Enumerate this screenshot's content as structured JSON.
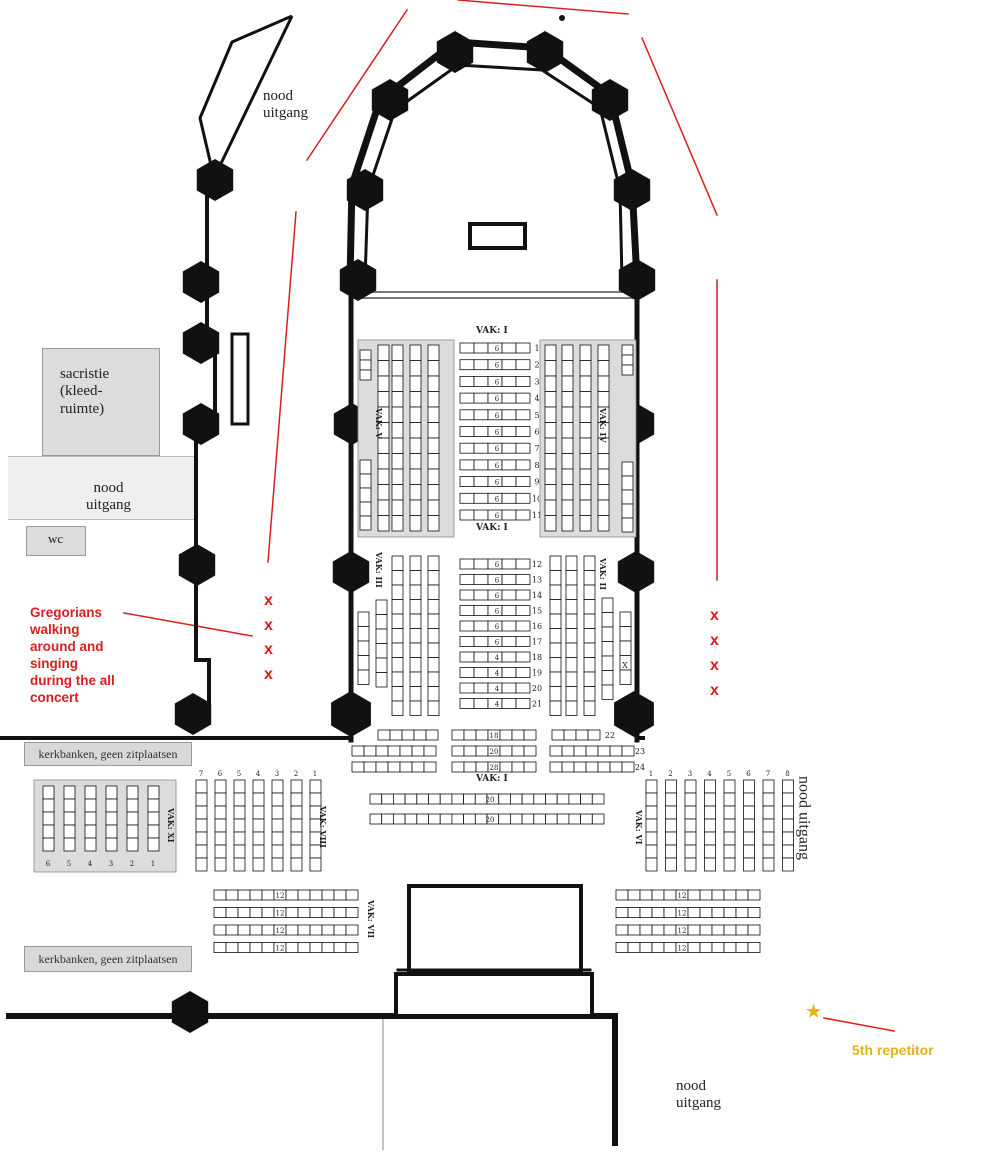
{
  "labels": {
    "nood_uitgang_top": [
      "nood",
      "uitgang"
    ],
    "sacristie": [
      "sacristie",
      "(kleed-",
      "ruimte)"
    ],
    "nood_uitgang_left": [
      "nood",
      "uitgang"
    ],
    "wc": "wc",
    "kerkbanken_top": "kerkbanken, geen zitplaatsen",
    "kerkbanken_bottom": "kerkbanken, geen zitplaatsen",
    "nood_uitgang_right": "nood uitgang",
    "nood_uitgang_bottom": [
      "nood",
      "uitgang"
    ]
  },
  "annotations": {
    "gregorians": [
      "Gregorians",
      "walking",
      "around and",
      "singing",
      "during the all",
      "concert"
    ],
    "repetitor": "5th repetitor",
    "x_mark": "x",
    "star": "★"
  },
  "colors": {
    "annotation_red": "#d81e1e",
    "repetitor_gold": "#e3b21a",
    "wall": "#111111",
    "block_grey": "#dcdcdc"
  },
  "sections": {
    "vak_I_top": "VAK: I",
    "vak_I_mid": "VAK: I",
    "vak_I_lower": "VAK: I",
    "vak_II": "VAK: II",
    "vak_III": "VAK: III",
    "vak_IV": "VAK: IV",
    "vak_V": "VAK: V",
    "vak_VI": "VAK: VI",
    "vak_VII": "VAK: VII",
    "vak_VIII": "VAK: VIII",
    "vak_XI": "VAK: XI"
  },
  "rows": {
    "center_upper": [
      "1",
      "2",
      "3",
      "4",
      "5",
      "6",
      "7",
      "8",
      "9",
      "10",
      "11"
    ],
    "center_upper_seat": "6",
    "center_lower": [
      "12",
      "13",
      "14",
      "15",
      "16",
      "17",
      "18",
      "19",
      "20",
      "21"
    ],
    "center_lower_seat": "6",
    "center_lower_seat_alt": "4",
    "back_rows": [
      "22",
      "23",
      "24"
    ],
    "back_seats": [
      "18",
      "20",
      "28"
    ],
    "vak1_long_seat": "20",
    "side_block_seat": "12",
    "left_block_cols": [
      "7",
      "6",
      "5",
      "4",
      "3",
      "2",
      "1"
    ],
    "right_block_cols": [
      "1",
      "2",
      "3",
      "4",
      "5",
      "6",
      "7",
      "8"
    ],
    "vak_xi_cols": [
      "6",
      "5",
      "4",
      "3",
      "2",
      "1"
    ],
    "x_marker_in_pew": "X"
  }
}
